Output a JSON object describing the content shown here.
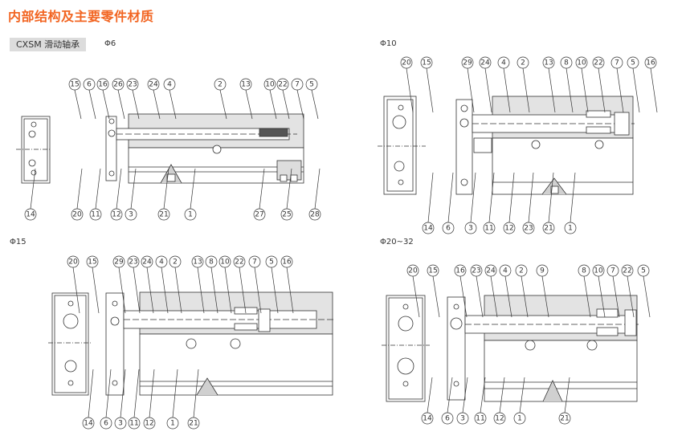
{
  "header": {
    "title": "内部结构及主要零件材质",
    "series_tag": "CXSM 滑动轴承"
  },
  "colors": {
    "title": "#f26522",
    "tag_bg": "#dcdcdc",
    "body_fill": "#e3e3e3",
    "line": "#333333"
  },
  "diagrams": [
    {
      "size_label": "Φ6",
      "top_callouts": [
        "15",
        "6",
        "16",
        "26",
        "23",
        "24",
        "4",
        "2",
        "13",
        "10",
        "22",
        "7",
        "5"
      ],
      "bottom_callouts": [
        "14",
        "20",
        "11",
        "12",
        "3",
        "21",
        "1",
        "27",
        "25",
        "28"
      ]
    },
    {
      "size_label": "Φ10",
      "top_callouts": [
        "20",
        "15",
        "29",
        "24",
        "4",
        "2",
        "13",
        "8",
        "10",
        "22",
        "7",
        "5",
        "16"
      ],
      "bottom_callouts": [
        "14",
        "6",
        "3",
        "11",
        "12",
        "23",
        "21",
        "1"
      ]
    },
    {
      "size_label": "Φ15",
      "top_callouts": [
        "20",
        "15",
        "29",
        "23",
        "24",
        "4",
        "2",
        "13",
        "8",
        "10",
        "22",
        "7",
        "5",
        "16"
      ],
      "bottom_callouts": [
        "14",
        "6",
        "3",
        "11",
        "12",
        "1",
        "21"
      ]
    },
    {
      "size_label": "Φ20~32",
      "top_callouts": [
        "20",
        "15",
        "16",
        "23",
        "24",
        "4",
        "2",
        "9",
        "8",
        "10",
        "7",
        "22",
        "5"
      ],
      "bottom_callouts": [
        "14",
        "6",
        "3",
        "11",
        "12",
        "1",
        "21"
      ]
    }
  ]
}
